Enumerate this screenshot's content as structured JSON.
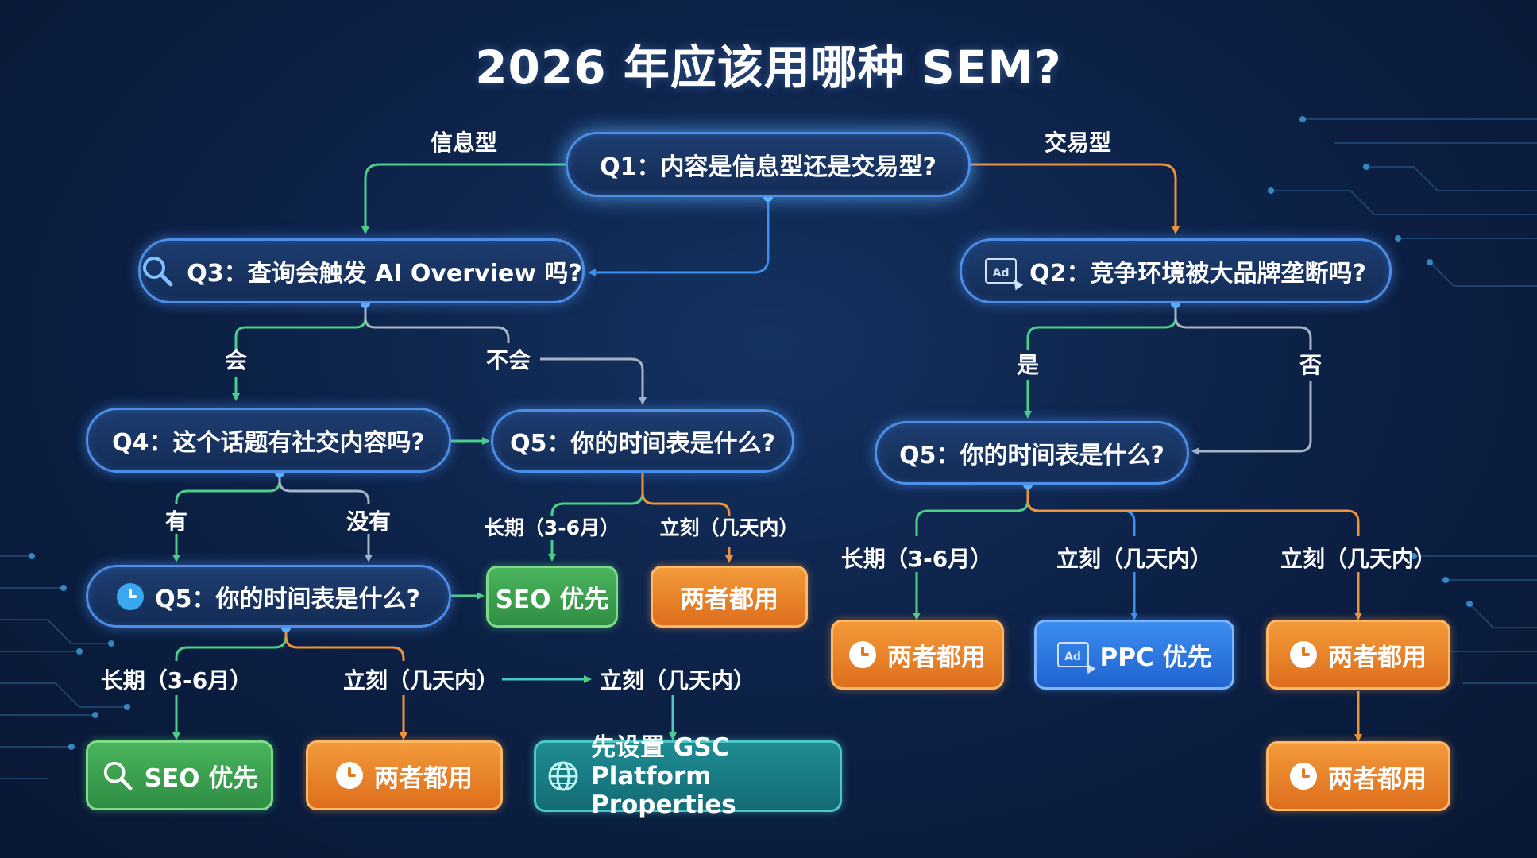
{
  "title": "2026 年应该用哪种 SEM?",
  "colors": {
    "background": "#0d2248",
    "question_border": "#4d8fe6",
    "green": "#3da04f",
    "orange": "#e8842a",
    "blue": "#2d78e0",
    "teal": "#18808a",
    "line_green": "#4ccf8a",
    "line_orange": "#f0923a",
    "line_blue": "#3d8ff0",
    "line_gray": "#a7b4c6"
  },
  "nodes": {
    "q1": "Q1：内容是信息型还是交易型?",
    "q2": "Q2：竞争环境被大品牌垄断吗?",
    "q3": "Q3：查询会触发 AI Overview 吗?",
    "q4": "Q4：这个话题有社交内容吗?",
    "q5_mid": "Q5：你的时间表是什么?",
    "q5_left": "Q5：你的时间表是什么?",
    "q5_right": "Q5：你的时间表是什么?"
  },
  "results": {
    "seo_mid": "SEO 优先",
    "both_mid": "两者都用",
    "seo_bottom": "SEO 优先",
    "both_bottom": "两者都用",
    "gsc": "先设置 GSC Platform Properties",
    "both_r1": "两者都用",
    "ppc": "PPC 优先",
    "both_r3": "两者都用",
    "both_r4": "两者都用"
  },
  "labels": {
    "info": "信息型",
    "trans": "交易型",
    "will": "会",
    "wont": "不会",
    "has": "有",
    "hasnot": "没有",
    "long_mid": "长期（3-6月）",
    "now_mid": "立刻（几天内）",
    "long_left": "长期（3-6月）",
    "now_left": "立刻（几天内）",
    "now_left2": "立刻（几天内）",
    "yes": "是",
    "no": "否",
    "long_right": "长期（3-6月）",
    "now_right1": "立刻（几天内）",
    "now_right2": "立刻（几天内）"
  },
  "icons": {
    "q3": "search-icon",
    "q2": "ad-icon",
    "q5_left": "clock-icon",
    "seo_bottom": "search-icon",
    "both_bottom": "clock-icon",
    "gsc": "globe-icon",
    "both_r1": "clock-icon",
    "ppc": "ad-icon",
    "both_r3": "clock-icon",
    "both_r4": "clock-icon"
  }
}
